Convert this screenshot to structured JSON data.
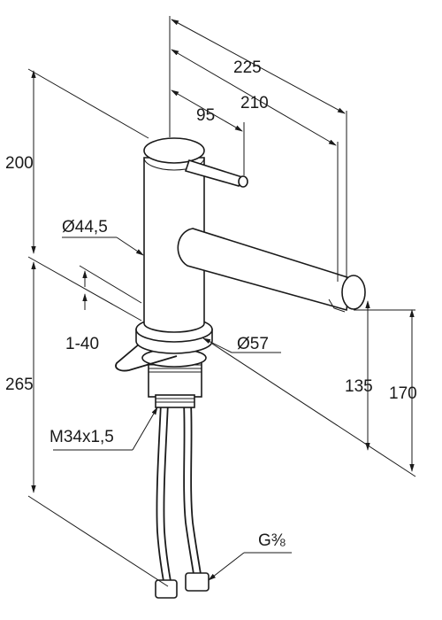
{
  "dimensions": {
    "overall_depth": "225",
    "spout_reach": "210",
    "lever_length": "95",
    "body_height": "200",
    "body_diameter": "Ø44,5",
    "counter_thickness": "1-40",
    "base_diameter": "Ø57",
    "total_height": "265",
    "spout_clearance": "135",
    "spout_height": "170",
    "thread": "M34x1,5",
    "hose_connection": "G⅜"
  }
}
